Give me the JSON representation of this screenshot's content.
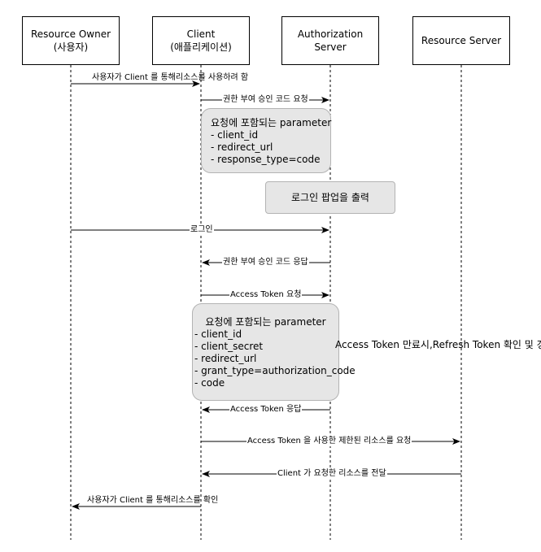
{
  "actors": [
    {
      "line1": "Resource Owner",
      "line2": "(사용자)"
    },
    {
      "line1": "Client",
      "line2": "(애플리케이션)"
    },
    {
      "line1": "Authorization Server",
      "line2": ""
    },
    {
      "line1": "Resource Server",
      "line2": ""
    }
  ],
  "messages": [
    {
      "line1": "사용자가 Client 를 통해",
      "line2": "리소스를 사용하려 함"
    },
    {
      "line1": "권한 부여 승인 코드 요청"
    },
    {
      "line1": "로그인"
    },
    {
      "line1": "권한 부여 승인 코드 응답"
    },
    {
      "line1": "Access Token 요청"
    },
    {
      "line1": "Access Token 응답"
    },
    {
      "line1": "Access Token 을 사용한 제한된 리소스를 요청"
    },
    {
      "line1": "Client 가 요청한 리소스를 전달"
    },
    {
      "line1": "사용자가 Client 를 통해",
      "line2": "리소스를 확인"
    }
  ],
  "notes": {
    "code_request": {
      "title": "요청에 포함되는 parameter",
      "lines": [
        "- client_id",
        "- redirect_url",
        "- response_type=code"
      ]
    },
    "login_popup": {
      "text": "로그인 팝업을 출력"
    },
    "token_request": {
      "title": "요청에 포함되는 parameter",
      "lines": [
        "- client_id",
        "- client_secret",
        "- redirect_url",
        "- grant_type=authorization_code",
        "- code"
      ]
    }
  },
  "side_note": {
    "line1": "Access Token 만료시,",
    "line2": "Refresh Token 확인 및 갱신"
  }
}
